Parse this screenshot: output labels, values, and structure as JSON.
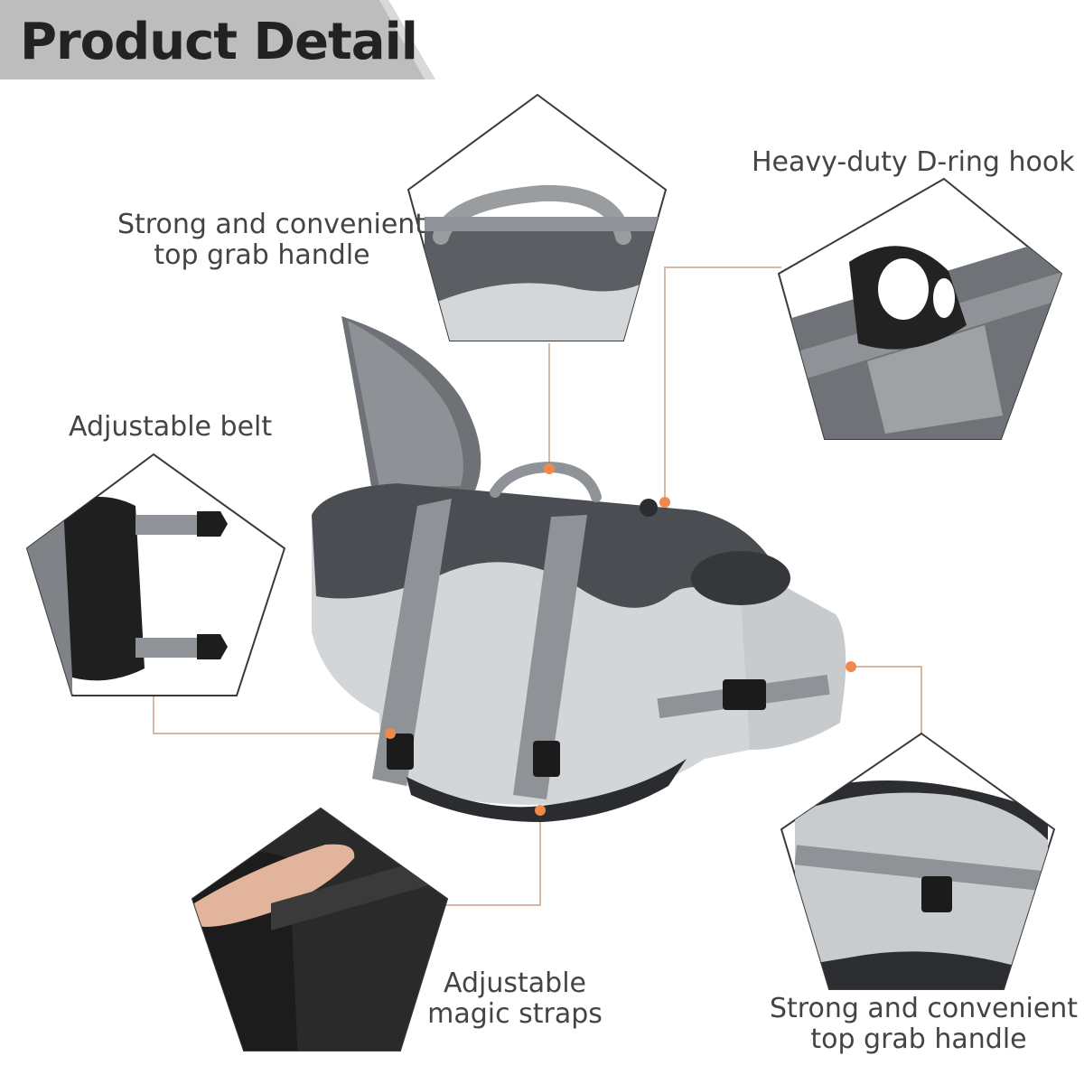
{
  "header": {
    "title": "Product Detail"
  },
  "callouts": {
    "top_left": {
      "line1": "Strong and convenient",
      "line2": "top grab handle"
    },
    "top_right": {
      "line1": "Heavy-duty D-ring hook"
    },
    "mid_left": {
      "line1": "Adjustable belt"
    },
    "bottom_center": {
      "line1": "Adjustable",
      "line2": "magic straps"
    },
    "bottom_right": {
      "line1": "Strong and convenient",
      "line2": "top grab handle"
    }
  },
  "colors": {
    "banner": "#bdbdbd",
    "accent_dot": "#f08a4b",
    "leader_line": "#d7b8a3",
    "vest_dark": "#4a4d52",
    "vest_light": "#d3d6d8",
    "strap": "#8f9296"
  }
}
